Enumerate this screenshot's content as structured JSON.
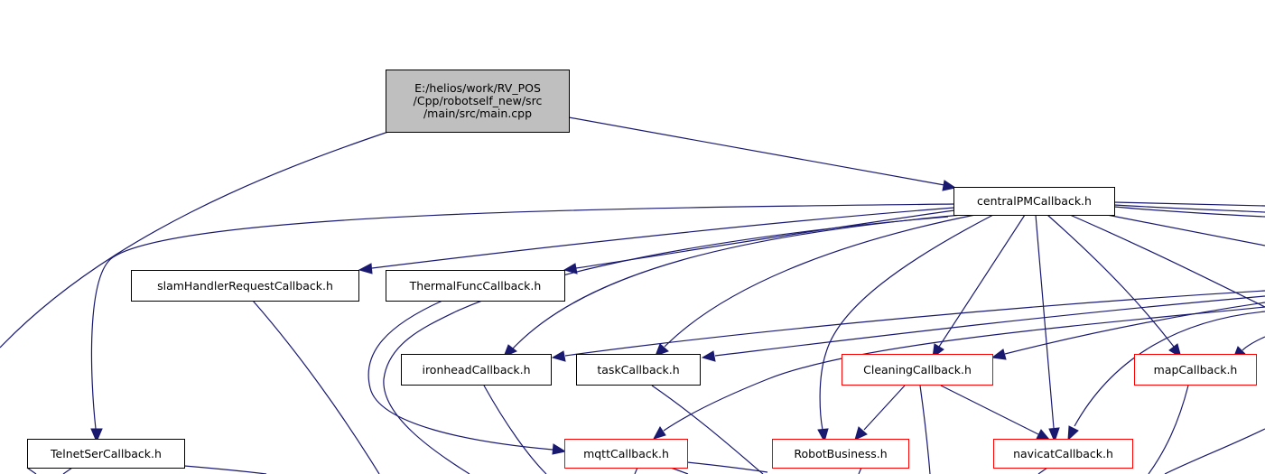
{
  "colors": {
    "edge": "#191970",
    "box_border": "#000000",
    "truncated_border": "#ff0000",
    "root_fill": "#bfbfbf"
  },
  "root": {
    "lines": [
      "E:/helios/work/RV_POS",
      "/Cpp/robotself_new/src",
      "/main/src/main.cpp"
    ]
  },
  "nodes": {
    "centralPMCallback": "centralPMCallback.h",
    "slamHandlerRequestCallback": "slamHandlerRequestCallback.h",
    "ThermalFuncCallback": "ThermalFuncCallback.h",
    "ironheadCallback": "ironheadCallback.h",
    "taskCallback": "taskCallback.h",
    "CleaningCallback": "CleaningCallback.h",
    "mapCallback": "mapCallback.h",
    "TelnetSerCallback": "TelnetSerCallback.h",
    "mqttCallback": "mqttCallback.h",
    "RobotBusiness": "RobotBusiness.h",
    "navicatCallback": "navicatCallback.h"
  }
}
